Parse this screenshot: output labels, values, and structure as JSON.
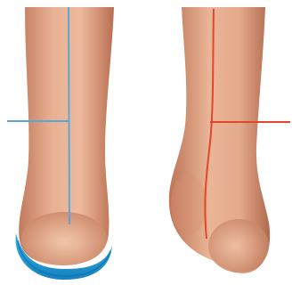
{
  "scene": {
    "subject": "two-heels-rear-view",
    "background_color": "#ffffff",
    "left_heel": {
      "alignment": "neutral",
      "line_color": "#5aa6d6",
      "insole": true,
      "insole_color": "#1e9fd8"
    },
    "right_heel": {
      "alignment": "overpronated",
      "line_color": "#e0472b",
      "insole": false
    },
    "skin_colors": [
      "#f2c3a6",
      "#d99274",
      "#b8694d"
    ]
  }
}
